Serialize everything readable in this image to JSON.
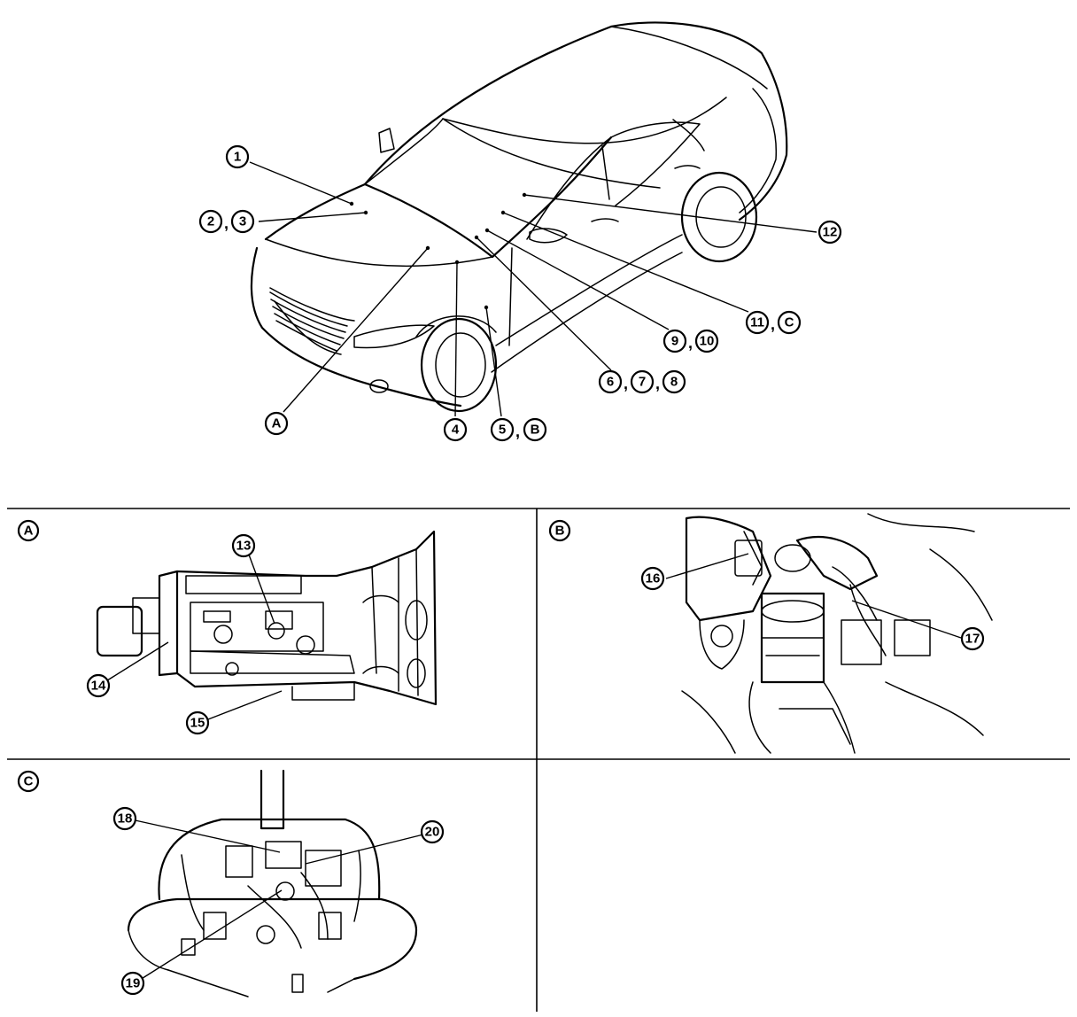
{
  "callouts": {
    "c1": "1",
    "c2": "2",
    "c3": "3",
    "c4": "4",
    "c5": "5",
    "c6": "6",
    "c7": "7",
    "c8": "8",
    "c9": "9",
    "c10": "10",
    "c11": "11",
    "c12": "12",
    "c13": "13",
    "c14": "14",
    "c15": "15",
    "c16": "16",
    "c17": "17",
    "c18": "18",
    "c19": "19",
    "c20": "20"
  },
  "detail_refs": {
    "A": "A",
    "B": "B",
    "C": "C"
  },
  "panels": [
    {
      "label": "A"
    },
    {
      "label": "B"
    },
    {
      "label": "C"
    }
  ],
  "separator": ","
}
